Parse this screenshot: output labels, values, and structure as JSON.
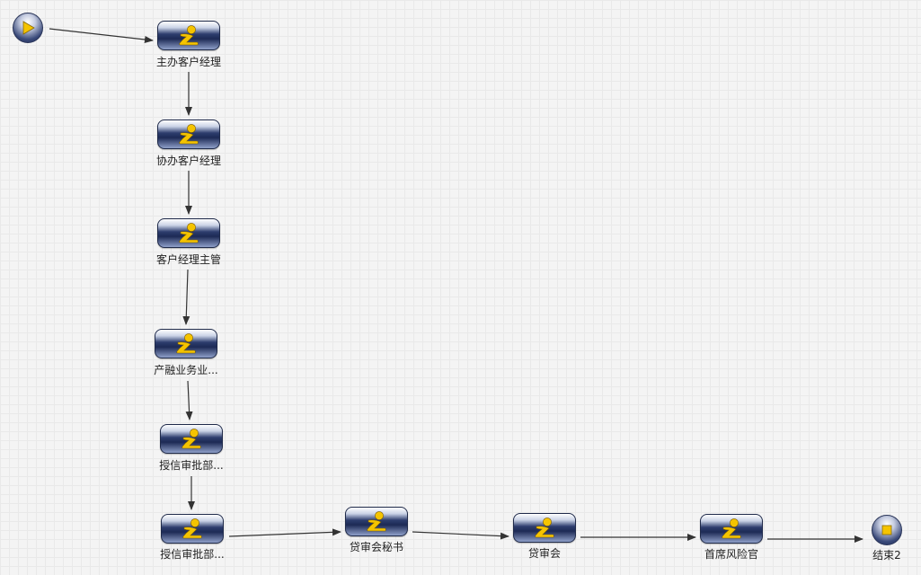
{
  "diagram": {
    "nodes": [
      {
        "id": "start",
        "type": "start",
        "label": ""
      },
      {
        "id": "n1",
        "type": "task",
        "label": "主办客户经理"
      },
      {
        "id": "n2",
        "type": "task",
        "label": "协办客户经理"
      },
      {
        "id": "n3",
        "type": "task",
        "label": "客户经理主管"
      },
      {
        "id": "n4",
        "type": "task",
        "label": "产融业务业..."
      },
      {
        "id": "n5",
        "type": "task",
        "label": "授信审批部..."
      },
      {
        "id": "n6",
        "type": "task",
        "label": "授信审批部..."
      },
      {
        "id": "n7",
        "type": "task",
        "label": "贷审会秘书"
      },
      {
        "id": "n8",
        "type": "task",
        "label": "贷审会"
      },
      {
        "id": "n9",
        "type": "task",
        "label": "首席风险官"
      },
      {
        "id": "end",
        "type": "end",
        "label": "结束2"
      }
    ],
    "edges": [
      {
        "from": "start",
        "to": "n1"
      },
      {
        "from": "n1",
        "to": "n2"
      },
      {
        "from": "n2",
        "to": "n3"
      },
      {
        "from": "n3",
        "to": "n4"
      },
      {
        "from": "n4",
        "to": "n5"
      },
      {
        "from": "n5",
        "to": "n6"
      },
      {
        "from": "n6",
        "to": "n7"
      },
      {
        "from": "n7",
        "to": "n8"
      },
      {
        "from": "n8",
        "to": "n9"
      },
      {
        "from": "n9",
        "to": "end"
      }
    ],
    "colors": {
      "task_dark": "#1d2a55",
      "task_light": "#c9d2e6",
      "figure": "#f5c400",
      "start_arrow": "#f5c400",
      "end_square": "#f5c400",
      "edge": "#333333"
    }
  }
}
